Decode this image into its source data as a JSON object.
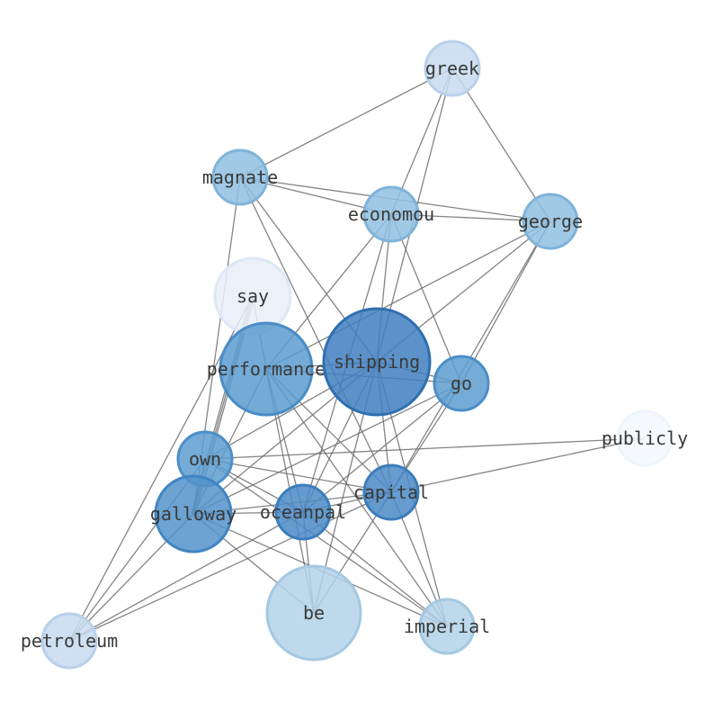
{
  "graph": {
    "nodes": [
      {
        "id": "greek",
        "label": "greek",
        "weight": 0.18,
        "fill": "#c6dbef",
        "stroke": "#b8d0ea"
      },
      {
        "id": "magnate",
        "label": "magnate",
        "weight": 0.5,
        "fill": "#8fbfe0",
        "stroke": "#7fb3d9"
      },
      {
        "id": "economou",
        "label": "economou",
        "weight": 0.5,
        "fill": "#8fbfe0",
        "stroke": "#7fb3d9"
      },
      {
        "id": "george",
        "label": "george",
        "weight": 0.5,
        "fill": "#8fbfe0",
        "stroke": "#7fb3d9"
      },
      {
        "id": "say",
        "label": "say",
        "weight": 0.05,
        "fill": "#e6eef8",
        "stroke": "#dde8f5"
      },
      {
        "id": "performance",
        "label": "performance",
        "weight": 0.8,
        "fill": "#5b9bcf",
        "stroke": "#4a8cc6"
      },
      {
        "id": "shipping",
        "label": "shipping",
        "weight": 1.0,
        "fill": "#3f7fbf",
        "stroke": "#2f6fb0"
      },
      {
        "id": "go",
        "label": "go",
        "weight": 0.72,
        "fill": "#5d9dd0",
        "stroke": "#4b8ec8"
      },
      {
        "id": "publicly",
        "label": "publicly",
        "weight": 0.02,
        "fill": "#f3f8fd",
        "stroke": "#eef4fb"
      },
      {
        "id": "own",
        "label": "own",
        "weight": 0.72,
        "fill": "#5d9dd0",
        "stroke": "#4b8ec8"
      },
      {
        "id": "capital",
        "label": "capital",
        "weight": 0.85,
        "fill": "#4a8ac6",
        "stroke": "#3b7dbc"
      },
      {
        "id": "galloway",
        "label": "galloway",
        "weight": 0.82,
        "fill": "#5293cb",
        "stroke": "#4285c2"
      },
      {
        "id": "oceanpal",
        "label": "oceanpal",
        "weight": 0.85,
        "fill": "#4a8ac6",
        "stroke": "#3b7dbc"
      },
      {
        "id": "be",
        "label": "be",
        "weight": 0.3,
        "fill": "#b2d2e8",
        "stroke": "#a3c8e2"
      },
      {
        "id": "imperial",
        "label": "imperial",
        "weight": 0.3,
        "fill": "#b2d2e8",
        "stroke": "#a3c8e2"
      },
      {
        "id": "petroleum",
        "label": "petroleum",
        "weight": 0.18,
        "fill": "#c6dbef",
        "stroke": "#b8d0ea"
      }
    ],
    "edges": [
      {
        "source": "greek",
        "target": "magnate"
      },
      {
        "source": "greek",
        "target": "economou"
      },
      {
        "source": "greek",
        "target": "george"
      },
      {
        "source": "greek",
        "target": "shipping"
      },
      {
        "source": "magnate",
        "target": "economou"
      },
      {
        "source": "magnate",
        "target": "george"
      },
      {
        "source": "magnate",
        "target": "shipping"
      },
      {
        "source": "magnate",
        "target": "capital"
      },
      {
        "source": "magnate",
        "target": "galloway"
      },
      {
        "source": "economou",
        "target": "george"
      },
      {
        "source": "economou",
        "target": "performance"
      },
      {
        "source": "economou",
        "target": "shipping"
      },
      {
        "source": "economou",
        "target": "go"
      },
      {
        "source": "economou",
        "target": "oceanpal"
      },
      {
        "source": "george",
        "target": "shipping"
      },
      {
        "source": "george",
        "target": "performance"
      },
      {
        "source": "george",
        "target": "go"
      },
      {
        "source": "george",
        "target": "capital"
      },
      {
        "source": "say",
        "target": "galloway"
      },
      {
        "source": "say",
        "target": "performance"
      },
      {
        "source": "say",
        "target": "petroleum"
      },
      {
        "source": "performance",
        "target": "shipping"
      },
      {
        "source": "performance",
        "target": "go"
      },
      {
        "source": "performance",
        "target": "capital"
      },
      {
        "source": "performance",
        "target": "galloway"
      },
      {
        "source": "performance",
        "target": "oceanpal"
      },
      {
        "source": "performance",
        "target": "be"
      },
      {
        "source": "performance",
        "target": "imperial"
      },
      {
        "source": "shipping",
        "target": "go"
      },
      {
        "source": "shipping",
        "target": "own"
      },
      {
        "source": "shipping",
        "target": "capital"
      },
      {
        "source": "shipping",
        "target": "galloway"
      },
      {
        "source": "shipping",
        "target": "oceanpal"
      },
      {
        "source": "shipping",
        "target": "be"
      },
      {
        "source": "shipping",
        "target": "imperial"
      },
      {
        "source": "go",
        "target": "capital"
      },
      {
        "source": "go",
        "target": "galloway"
      },
      {
        "source": "go",
        "target": "oceanpal"
      },
      {
        "source": "publicly",
        "target": "own"
      },
      {
        "source": "publicly",
        "target": "capital"
      },
      {
        "source": "own",
        "target": "capital"
      },
      {
        "source": "own",
        "target": "oceanpal"
      },
      {
        "source": "own",
        "target": "galloway"
      },
      {
        "source": "own",
        "target": "imperial"
      },
      {
        "source": "own",
        "target": "petroleum"
      },
      {
        "source": "capital",
        "target": "galloway"
      },
      {
        "source": "capital",
        "target": "oceanpal"
      },
      {
        "source": "capital",
        "target": "be"
      },
      {
        "source": "capital",
        "target": "imperial"
      },
      {
        "source": "capital",
        "target": "petroleum"
      },
      {
        "source": "galloway",
        "target": "oceanpal"
      },
      {
        "source": "galloway",
        "target": "be"
      },
      {
        "source": "galloway",
        "target": "imperial"
      },
      {
        "source": "galloway",
        "target": "petroleum"
      },
      {
        "source": "oceanpal",
        "target": "be"
      },
      {
        "source": "oceanpal",
        "target": "imperial"
      },
      {
        "source": "oceanpal",
        "target": "petroleum"
      }
    ]
  }
}
